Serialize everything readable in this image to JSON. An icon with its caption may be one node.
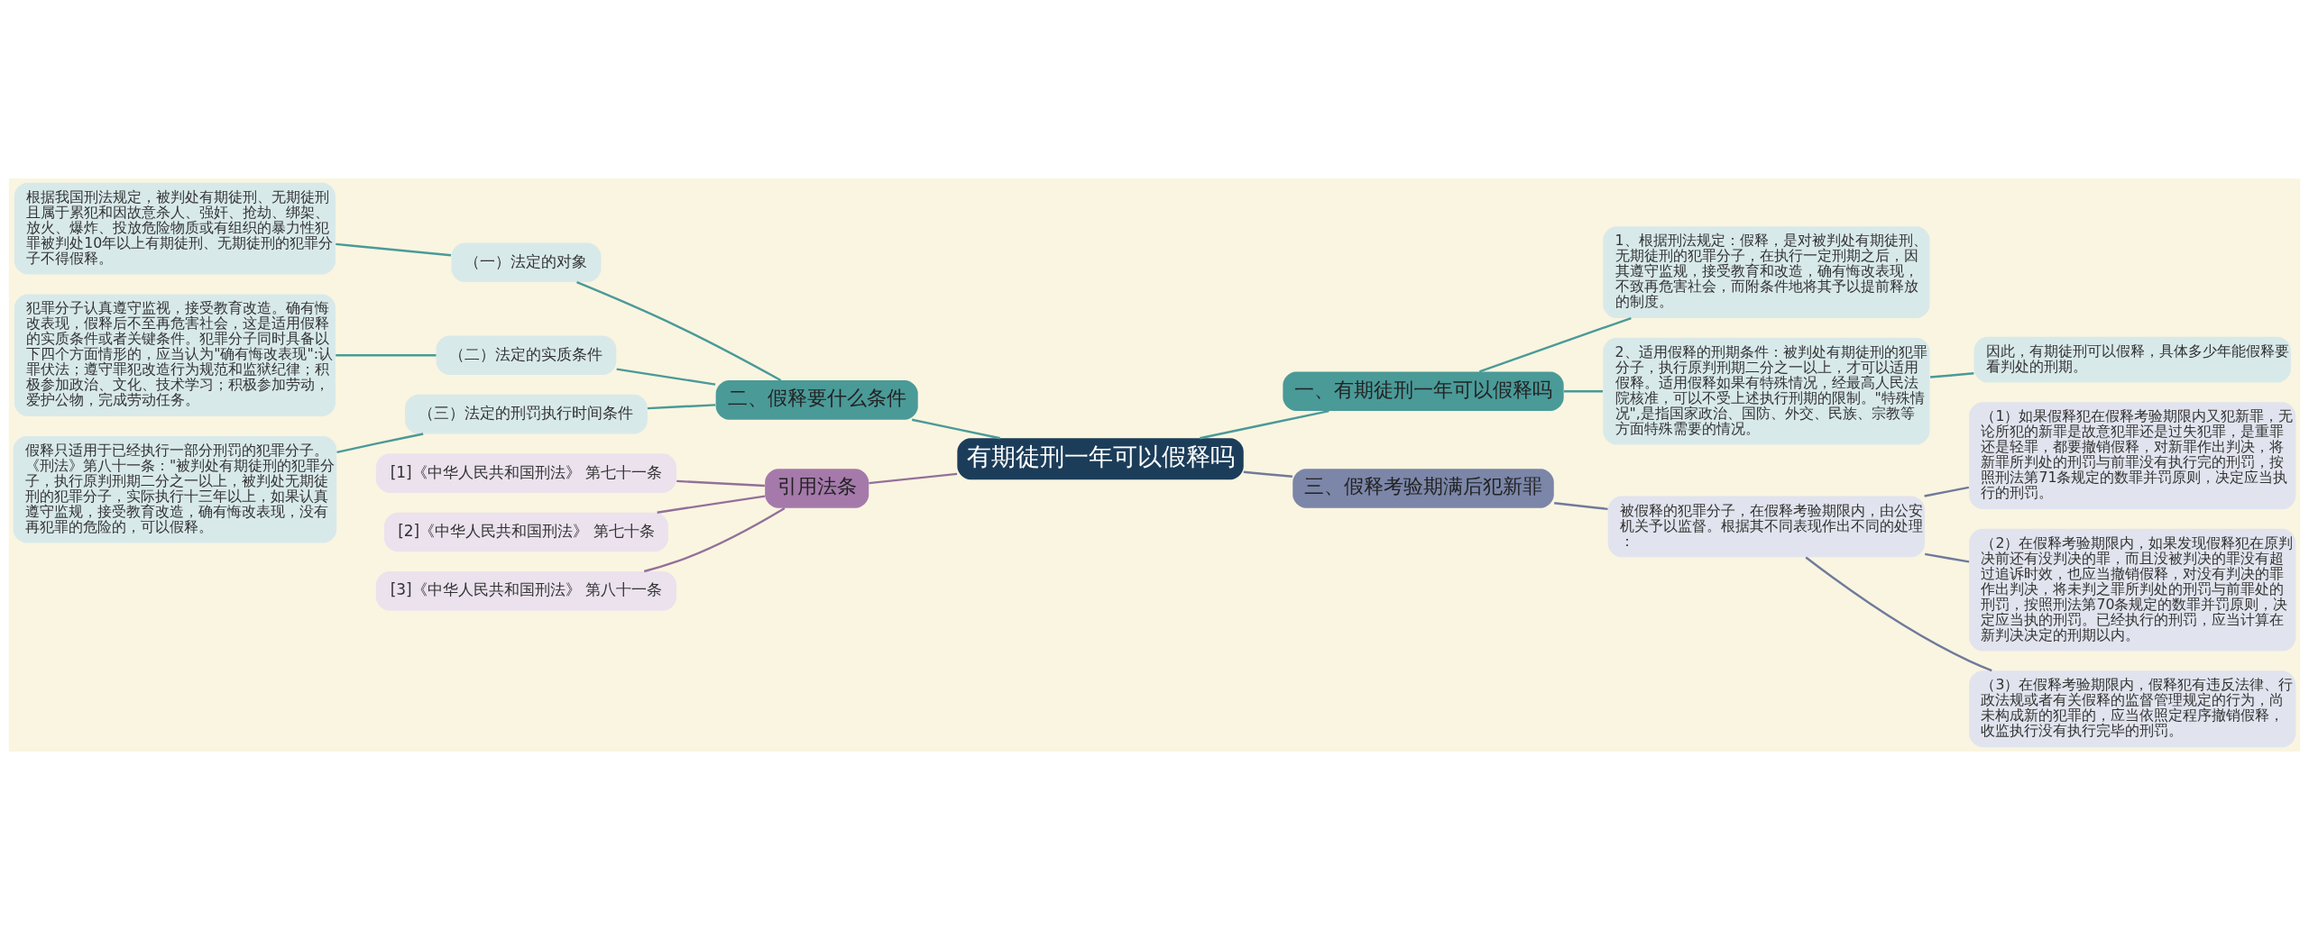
{
  "diagram": {
    "nodes": [
      {
        "text": [
          "有期徒刑一年可以假释吗"
        ]
      },
      {
        "text": [
          "一、有期徒刑一年可以假释吗"
        ]
      },
      {
        "text": [
          "1、根据刑法规定：假释，是对被判处有期徒刑、无期徒刑的犯罪分子，在执行一定刑期之后，因其遵守监规，接受教育和改造，确有悔改表现，不致再危害社会，而附条件地将其予以提前释放的制度。"
        ]
      },
      {
        "text": [
          "2、适用假释的刑期条件：被判处有期徒刑的犯罪分子，执行原判刑期二分之一以上，才可以适用假释。适用假释如果有特殊情况，经最高人民法院核准，可以不受上述执行刑期的限制。\"特殊情况\",是指国家政治、国防、外交、民族、宗教等方面特殊需要的情况。"
        ]
      },
      {
        "text": [
          "因此，有期徒刑可以假释，具体多少年能假释要看判处的刑期。"
        ]
      },
      {
        "text": [
          "二、假释要什么条件"
        ]
      },
      {
        "text": [
          "（一）法定的对象"
        ]
      },
      {
        "text": [
          "根据我国刑法规定，被判处有期徒刑、无期徒刑且属于累犯和因故意杀人、强奸、抢劫、绑架、放火、爆炸、投放危险物质或有组织的暴力性犯罪被判处10年以上有期徒刑、无期徒刑的犯罪分子不得假释。"
        ]
      },
      {
        "text": [
          "（二）法定的实质条件"
        ]
      },
      {
        "text": [
          "犯罪分子认真遵守监视，接受教育改造。确有悔改表现，假释后不至再危害社会，这是适用假释的实质条件或者关键条件。犯罪分子同时具备以下四个方面情形的，应当认为\"确有悔改表现\":认罪伏法；遵守罪犯改造行为规范和监狱纪律；积极参加政治、文化、技术学习；积极参加劳动，爱护公物，完成劳动任务。"
        ]
      },
      {
        "text": [
          "（三）法定的刑罚执行时间条件"
        ]
      },
      {
        "text": [
          "假释只适用于已经执行一部分刑罚的犯罪分子。《刑法》第八十一条：\"被判处有期徒刑的犯罪分子，执行原判刑期二分之一以上，被判处无期徒刑的犯罪分子，实际执行十三年以上，如果认真遵守监规，接受教育改造，确有悔改表现，没有再犯罪的危险的，可以假释。"
        ]
      },
      {
        "text": [
          "三、假释考验期满后犯新罪"
        ]
      },
      {
        "text": [
          "被假释的犯罪分子，在假释考验期限内，由公安机关予以监督。根据其不同表现作出不同的处理："
        ]
      },
      {
        "text": [
          "（1）如果假释犯在假释考验期限内又犯新罪，无论所犯的新罪是故意犯罪还是过失犯罪，是重罪还是轻罪，都要撤销假释，对新罪作出判决，将新罪所判处的刑罚与前罪没有执行完的刑罚，按照刑法第71条规定的数罪并罚原则，决定应当执行的刑罚。"
        ]
      },
      {
        "text": [
          "（2）在假释考验期限内，如果发现假释犯在原判决前还有没判决的罪，而且没被判决的罪没有超过追诉时效，也应当撤销假释，对没有判决的罪作出判决，将未判之罪所判处的刑罚与前罪处的刑罚，按照刑法第70条规定的数罪并罚原则，决定应当执的刑罚。已经执行的刑罚，应当计算在新判决决定的刑期以内。"
        ]
      },
      {
        "text": [
          "（3）在假释考验期限内，假释犯有违反法律、行政法规或者有关假释的监督管理规定的行为，尚未构成新的犯罪的，应当依照定程序撤销假释，收监执行没有执行完毕的刑罚。"
        ]
      },
      {
        "text": [
          "引用法条"
        ]
      },
      {
        "text": [
          "[1]《中华人民共和国刑法》 第七十一条"
        ]
      },
      {
        "text": [
          "[2]《中华人民共和国刑法》 第七十条"
        ]
      },
      {
        "text": [
          "[3]《中华人民共和国刑法》 第八十一条"
        ]
      }
    ],
    "edges": [
      {
        "from": 0,
        "to": 1,
        "arrow": "none"
      },
      {
        "from": 1,
        "to": 2,
        "arrow": "none"
      },
      {
        "from": 1,
        "to": 3,
        "arrow": "none"
      },
      {
        "from": 3,
        "to": 4,
        "arrow": "none"
      },
      {
        "from": 5,
        "to": 0,
        "arrow": "none"
      },
      {
        "from": 6,
        "to": 5,
        "arrow": "none"
      },
      {
        "from": 7,
        "to": 6,
        "arrow": "none"
      },
      {
        "from": 8,
        "to": 5,
        "arrow": "none"
      },
      {
        "from": 9,
        "to": 8,
        "arrow": "none"
      },
      {
        "from": 10,
        "to": 5,
        "arrow": "none"
      },
      {
        "from": 11,
        "to": 10,
        "arrow": "none"
      },
      {
        "from": 0,
        "to": 12,
        "arrow": "none",
        "color": "#6f7a9c"
      },
      {
        "from": 12,
        "to": 13,
        "arrow": "none",
        "color": "#6f7a9c"
      },
      {
        "from": 13,
        "to": 14,
        "arrow": "none",
        "color": "#6f7a9c"
      },
      {
        "from": 13,
        "to": 15,
        "arrow": "none",
        "color": "#6f7a9c"
      },
      {
        "from": 13,
        "to": 16,
        "arrow": "none",
        "color": "#6f7a9c"
      },
      {
        "from": 17,
        "to": 0,
        "arrow": "none",
        "color": "#93709a"
      },
      {
        "from": 18,
        "to": 17,
        "arrow": "none",
        "color": "#93709a"
      },
      {
        "from": 19,
        "to": 17,
        "arrow": "none",
        "color": "#93709a"
      },
      {
        "from": 20,
        "to": 17,
        "arrow": "none",
        "color": "#93709a"
      }
    ]
  }
}
